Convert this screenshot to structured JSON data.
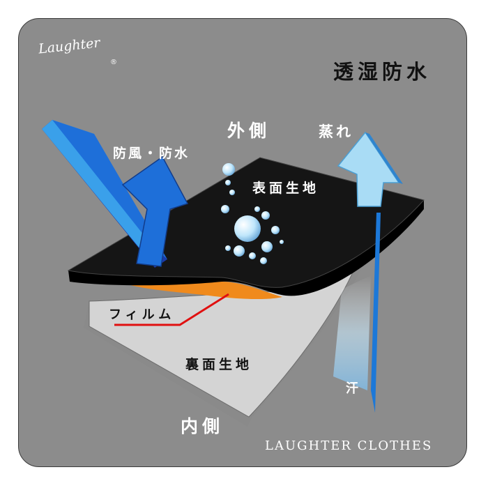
{
  "logo": {
    "text": "Laughter",
    "registered": "®"
  },
  "title": "透湿防水",
  "labels": {
    "outside": "外側",
    "windproof_waterproof": "防風・防水",
    "vapor": "蒸れ",
    "outer_fabric": "表面生地",
    "film": "フィルム",
    "inner_fabric": "裏面生地",
    "inside": "内側",
    "sweat": "汗"
  },
  "brand": "LAUGHTER CLOTHES",
  "colors": {
    "panel": "#8c8c8c",
    "outer_layer": "#111111",
    "film": "#f08a1c",
    "inner_layer": "#d4d4d4",
    "arrow_blue": "#1e6fd9",
    "arrow_light": "#a9dcf5",
    "pointer_line": "#e01010"
  }
}
